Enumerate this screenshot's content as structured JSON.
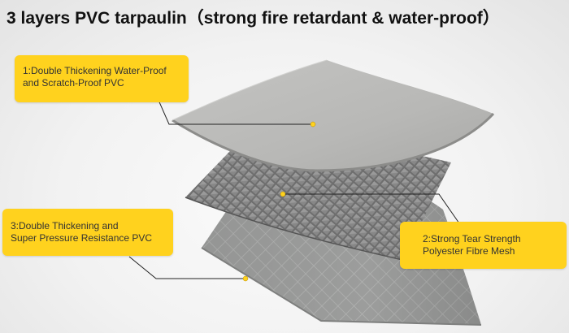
{
  "title": "3 layers PVC tarpaulin（strong fire retardant & water-proof）",
  "callouts": {
    "top": {
      "line1": "1:Double Thickening Water-Proof",
      "line2": "and Scratch-Proof PVC"
    },
    "right": {
      "line1": "2:Strong Tear Strength",
      "line2": "Polyester Fibre Mesh"
    },
    "bottom": {
      "line1": "3:Double Thickening and",
      "line2": "Super Pressure Resistance PVC"
    }
  },
  "colors": {
    "callout": "#ffd21e",
    "top_layer": "#b9b9b7",
    "mesh_layer": "#6f6f6f",
    "bottom_layer": "#9b9c9b"
  }
}
